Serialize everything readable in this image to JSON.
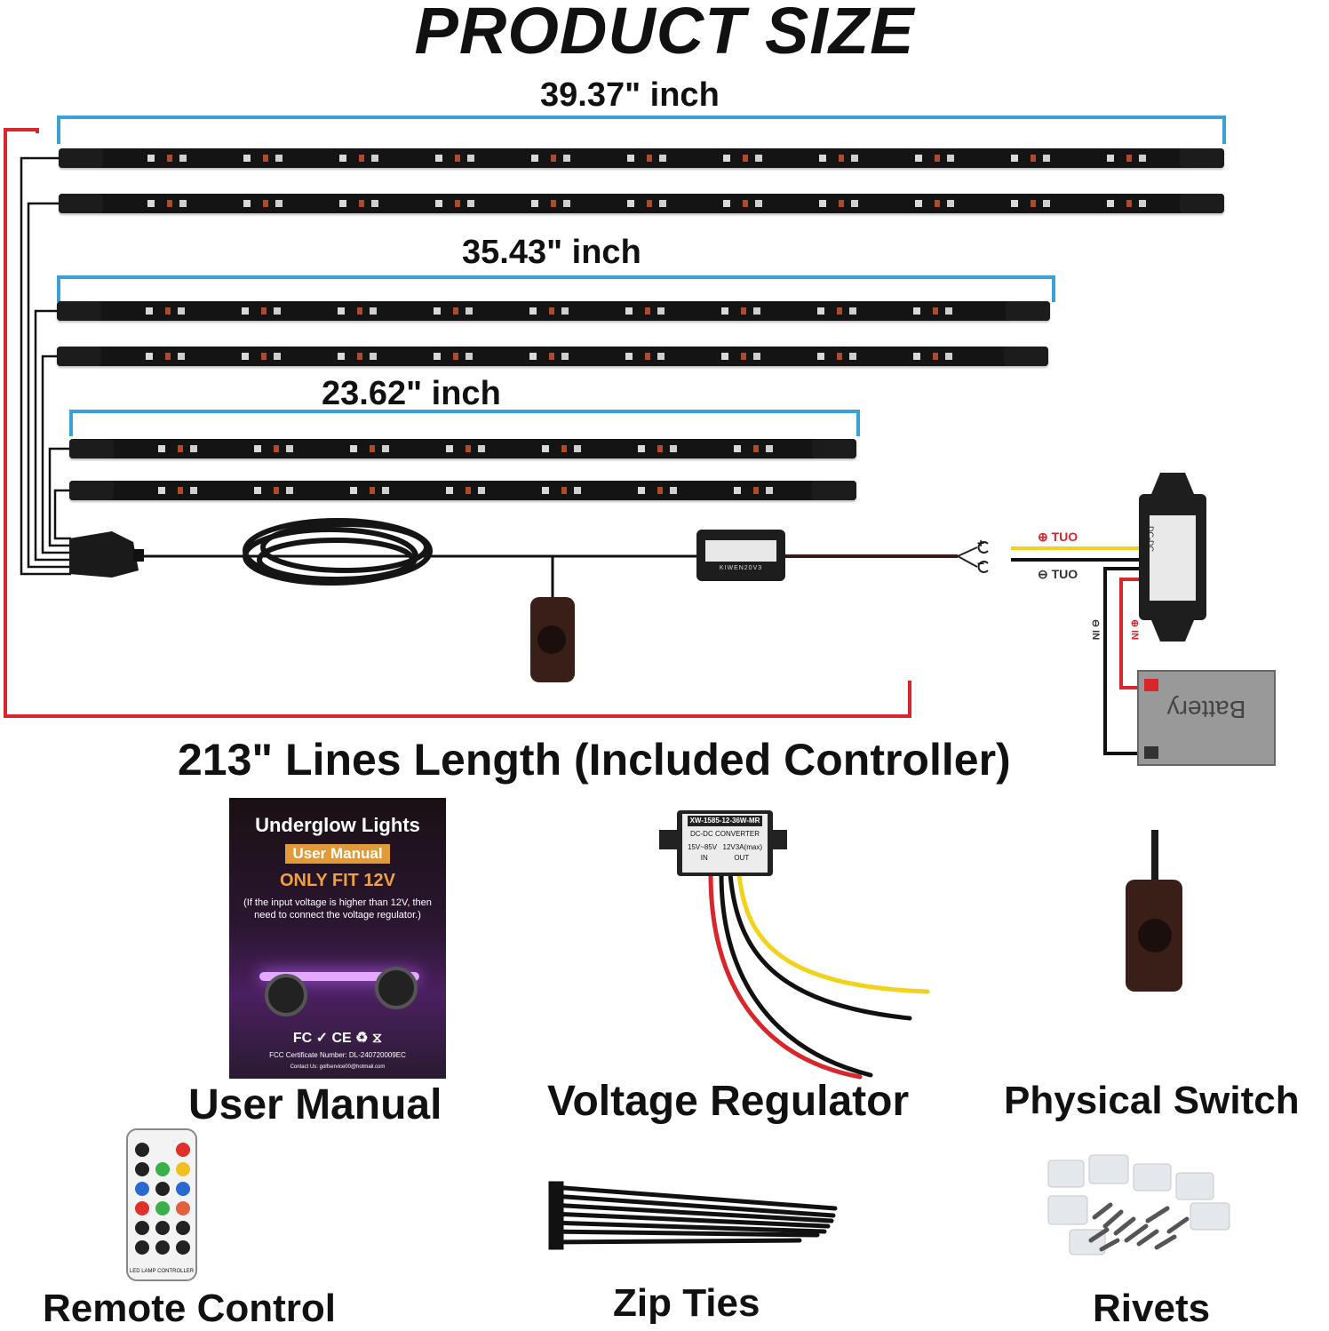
{
  "title": "PRODUCT SIZE",
  "dimensions": {
    "long": "39.37\" inch",
    "medium": "35.43\" inch",
    "short": "23.62\" inch"
  },
  "lines_length": "213\" Lines Length (Included Controller)",
  "wiring": {
    "out_pos": "TUO",
    "out_neg": "TUO",
    "in_pos": "IN",
    "in_neg": "IN",
    "plus": "+",
    "minus": "−",
    "battery": "Battery",
    "module_brand": "KIWEN20V3",
    "regulator_small_label": "DC-DC"
  },
  "manual": {
    "heading": "Underglow Lights",
    "badge": "User Manual",
    "fit": "ONLY FIT 12V",
    "note": "(If the input voltage is higher than 12V, then need to connect the voltage regulator.)",
    "marks": "FC ✓ CE ♻ ⧖",
    "cert": "FCC Certificate Number: DL-240720009EC",
    "contact": "Contact Us: golfservice00@hotmail.com"
  },
  "regulator": {
    "model": "XW-1585-12-36W-MR",
    "type": "DC-DC  CONVERTER",
    "input": "15V~85V",
    "output": "12V3A(max)",
    "in_label": "IN",
    "out_label": "OUT"
  },
  "remote": {
    "label": "LED LAMP CONTROLLER"
  },
  "captions": {
    "manual": "User Manual",
    "regulator": "Voltage Regulator",
    "switch": "Physical Switch",
    "remote": "Remote Control",
    "zip_ties": "Zip Ties",
    "rivets": "Rivets"
  },
  "colors": {
    "bracket": "#3aa0d8",
    "length_line": "#d9262b",
    "strip": "#141414",
    "wire_yellow": "#f2d21a",
    "wire_red": "#d9262b",
    "wire_black": "#111111"
  }
}
